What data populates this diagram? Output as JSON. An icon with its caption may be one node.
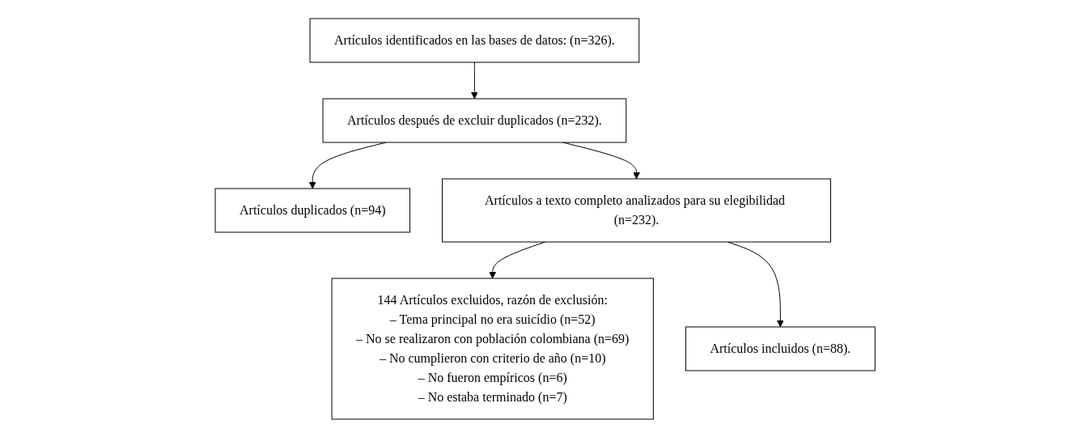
{
  "diagram": {
    "nodes": [
      {
        "text": [
          "Artículos identificados en las bases de datos: (n=326)."
        ]
      },
      {
        "text": [
          "Artículos después de excluir duplicados (n=232)."
        ]
      },
      {
        "text": [
          "Artículos duplicados (n=94)"
        ]
      },
      {
        "text": [
          "Artículos a texto completo analizados para su elegibilidad (n=232)."
        ]
      },
      {
        "text": [
          "144 Artículos excluidos, razón de exclusión:",
          "– Tema principal no era suicídio (n=52)",
          "– No se realizaron con población colombiana (n=69)",
          "– No cumplieron con criterio de año (n=10)",
          "– No fueron empíricos (n=6)",
          "– No estaba terminado (n=7)"
        ]
      },
      {
        "text": [
          "Artículos incluidos (n=88)."
        ]
      }
    ],
    "edges": [
      {
        "from": 0,
        "to": 1,
        "arrow": "to"
      },
      {
        "from": 1,
        "to": 2,
        "arrow": "to"
      },
      {
        "from": 1,
        "to": 3,
        "arrow": "to"
      },
      {
        "from": 3,
        "to": 4,
        "arrow": "to"
      },
      {
        "from": 3,
        "to": 5,
        "arrow": "to"
      }
    ]
  }
}
